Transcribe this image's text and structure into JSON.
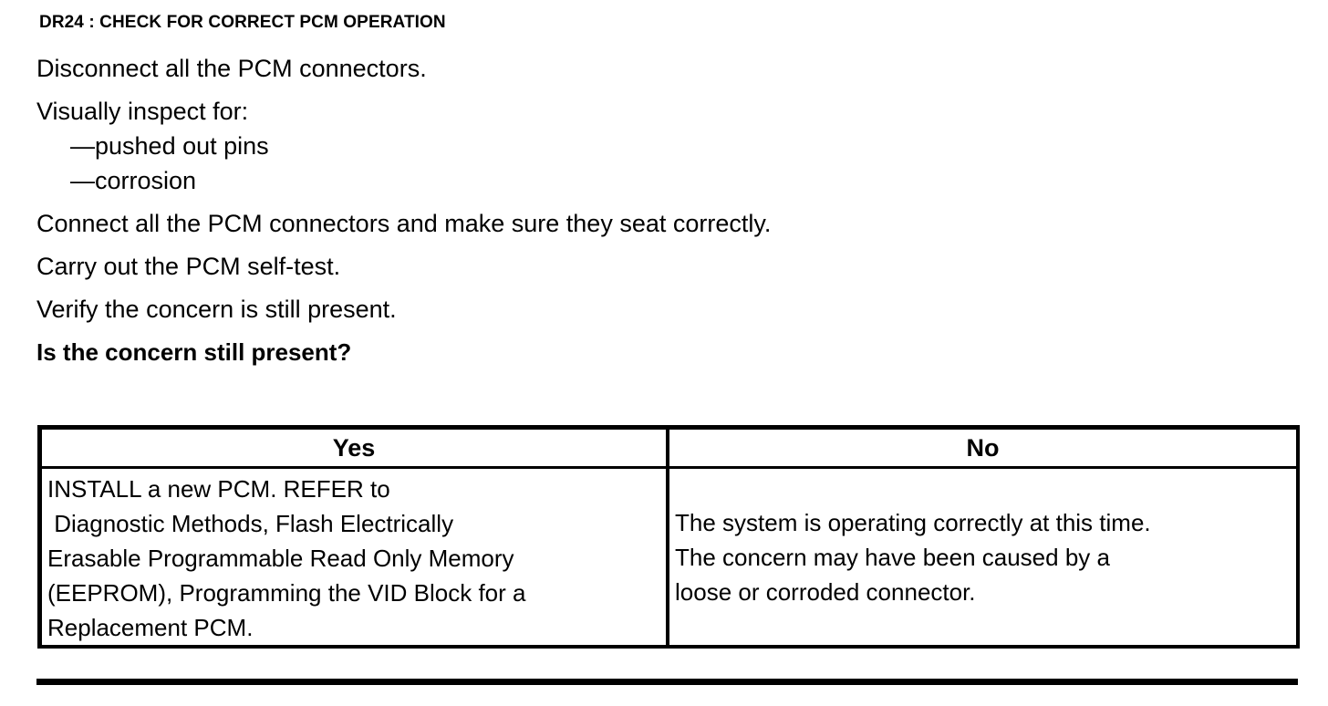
{
  "document": {
    "step_title": "DR24 : CHECK FOR CORRECT PCM OPERATION",
    "instructions": [
      "Disconnect all the PCM connectors.",
      "Visually inspect for:",
      "—pushed out pins",
      "—corrosion",
      "Connect all the PCM connectors and make sure they seat correctly.",
      "Carry out the PCM self-test.",
      "Verify the concern is still present."
    ],
    "question": "Is the concern still present?"
  },
  "decision_table": {
    "headers": {
      "yes": "Yes",
      "no": "No"
    },
    "cells": {
      "yes": "INSTALL a new PCM. REFER to\n Diagnostic Methods, Flash Electrically\nErasable Programmable Read Only Memory\n(EEPROM), Programming the VID Block for a\nReplacement PCM.",
      "no": "The system is operating correctly at this time.\nThe concern may have been caused by a\nloose or corroded connector."
    }
  },
  "colors": {
    "text": "#000000",
    "background": "#ffffff",
    "rule": "#000000"
  }
}
